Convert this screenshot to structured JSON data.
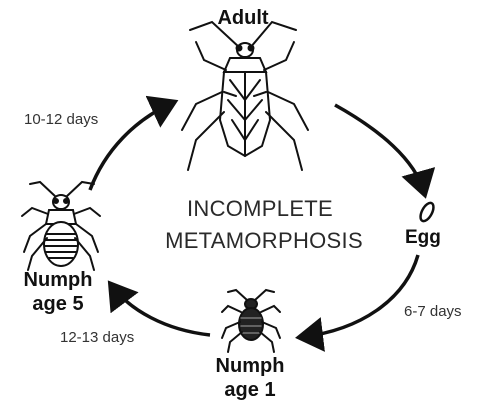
{
  "diagram": {
    "title_lines": [
      "INCOMPLETE",
      "METAMORPHOSIS"
    ],
    "stages": {
      "adult": "Adult",
      "egg": "Egg",
      "nymph5_line1": "Numph",
      "nymph5_line2": "age 5",
      "nymph1_line1": "Numph",
      "nymph1_line2": "age 1"
    },
    "durations": {
      "nymph5_to_adult": "10-12 days",
      "egg_to_nymph1": "6-7 days",
      "nymph1_to_nymph5": "12-13 days"
    },
    "colors": {
      "ink": "#111111",
      "text_gray": "#333333",
      "background": "#ffffff"
    }
  }
}
